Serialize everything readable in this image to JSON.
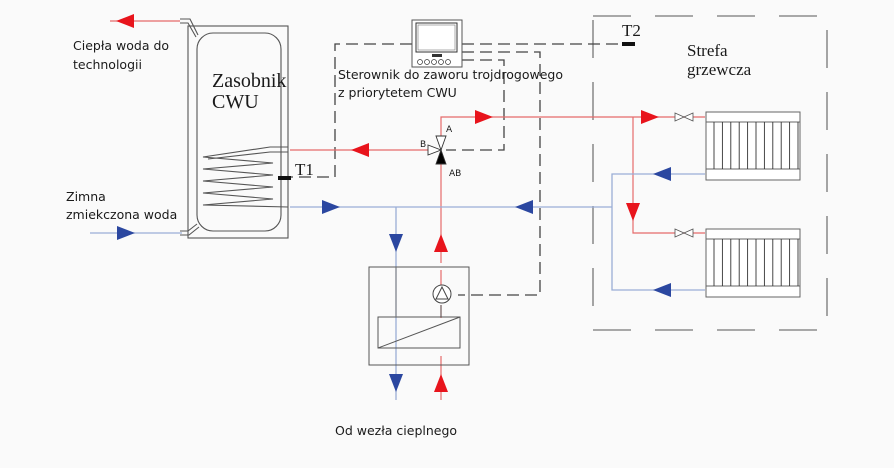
{
  "labels": {
    "hot_water_out": [
      "Ciepła woda do",
      "technologii"
    ],
    "tank": [
      "Zasobnik",
      "CWU"
    ],
    "controller": [
      "Sterownik do zaworu trojdrogowego",
      "z priorytetem CWU"
    ],
    "heating_zone": [
      "Strefa",
      "grzewcza"
    ],
    "cold_water_in": [
      "Zimna",
      "zmiekczona woda"
    ],
    "heat_source": "Od wezła cieplnego",
    "sensor_t1": "T1",
    "sensor_t2": "T2",
    "valve_port_a": "A",
    "valve_port_b": "B",
    "valve_port_ab": "AB"
  },
  "colors": {
    "supply": "#e8141c",
    "return": "#2b47a0",
    "supply_pipe": "#e56b6b",
    "return_pipe": "#9aaed6",
    "outline": "#555555",
    "control": "#444444"
  }
}
